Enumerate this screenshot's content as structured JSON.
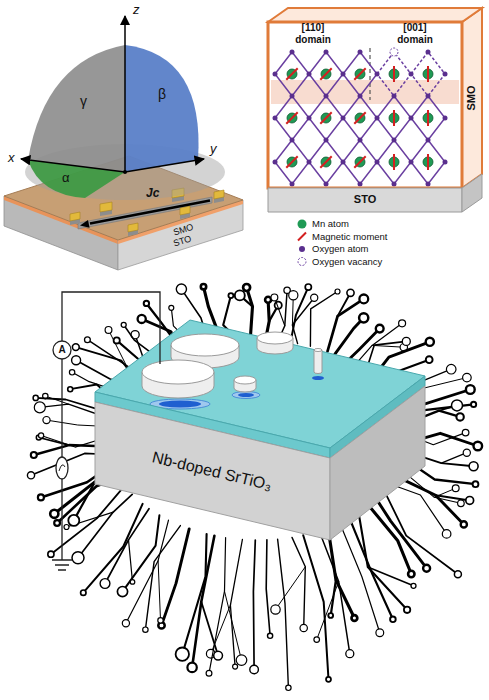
{
  "diagram": {
    "nodes": [
      {
        "text": [
          "SMO"
        ]
      },
      {
        "text": [
          "STO"
        ]
      },
      {
        "text": [
          "Nb-doped SrTiO₃"
        ]
      }
    ],
    "labels": [
      "z",
      "x",
      "y",
      "γ",
      "β",
      "α",
      "Jc",
      "SMO",
      "STO",
      "[110] domain",
      "[001] domain",
      "A"
    ],
    "legend": [
      {
        "text": "Mn atom",
        "color": "#1f9a55"
      },
      {
        "text": "Magnetic moment"
      },
      {
        "text": "Oxygen atom",
        "color": "#5a2f8e"
      },
      {
        "text": "Oxygen vacancy"
      }
    ]
  }
}
